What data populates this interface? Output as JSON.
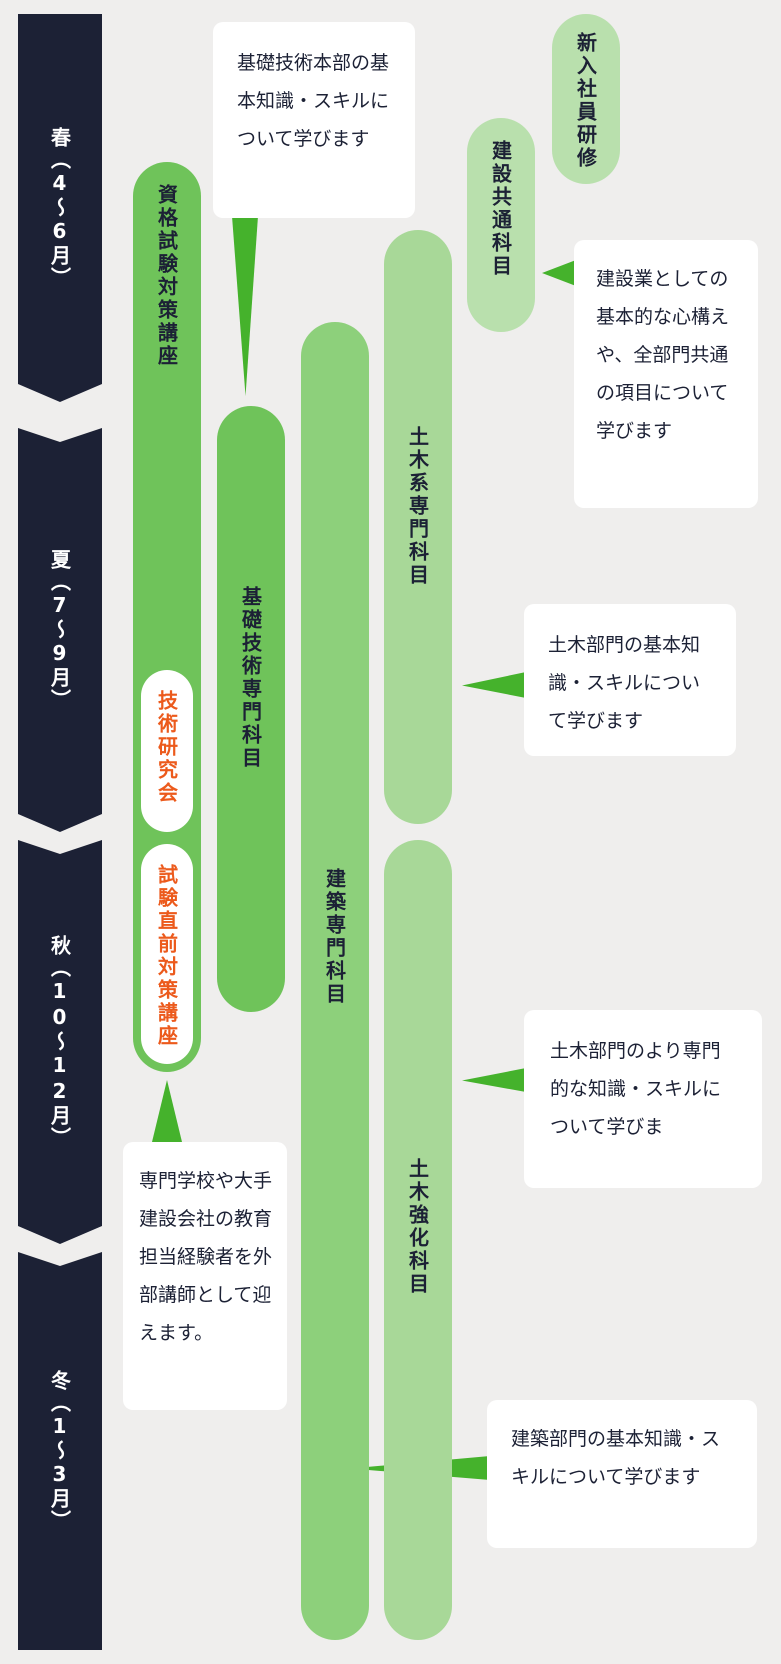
{
  "seasons": [
    {
      "label": "春（4〜6月）"
    },
    {
      "label": "夏（7〜9月）"
    },
    {
      "label": "秋（10〜12月）"
    },
    {
      "label": "冬（1〜3月）"
    }
  ],
  "programs": {
    "new_employee": "新入社員研修",
    "common": "建設共通科目",
    "qualification": "資格試験対策講座",
    "tech_research": "技術研究会",
    "exam_prep": "試験直前対策講座",
    "basic_tech": "基礎技術専門科目",
    "architecture": "建築専門科目",
    "civil_specialty": "土木系専門科目",
    "civil_enhance": "土木強化科目"
  },
  "callouts": {
    "basic_tech": "基礎技術本部の基本知識・スキルについて学びます",
    "common": "建設業としての基本的な心構えや、全部門共通の項目について学びます",
    "civil_specialty": "土木部門の基本知識・スキルについて学びます",
    "civil_enhance": "土木部門のより専門的な知識・スキルについて学びま",
    "qualification": "専門学校や大手建設会社の教育担当経験者を外部講師として迎えます。",
    "architecture": "建築部門の基本知識・スキルについて学びます"
  }
}
